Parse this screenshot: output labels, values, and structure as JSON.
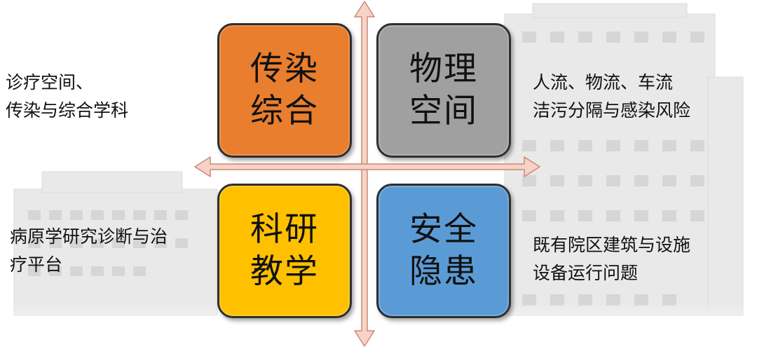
{
  "colors": {
    "arrow_fill": "#f6d3c6",
    "arrow_stroke": "#c98a74",
    "tile_orange": "#e87e2e",
    "tile_gray": "#a0a0a0",
    "tile_yellow": "#ffc000",
    "tile_blue": "#5b9bd5",
    "text": "#111111"
  },
  "quadrants": {
    "top_left": {
      "lines": [
        "传染",
        "综合"
      ],
      "description": [
        "诊疗空间、",
        "传染与综合学科"
      ]
    },
    "top_right": {
      "lines": [
        "物理",
        "空间"
      ],
      "description": [
        "人流、物流、车流",
        "洁污分隔与感染风险"
      ]
    },
    "bottom_left": {
      "lines": [
        "科研",
        "教学"
      ],
      "description": [
        "病原学研究诊断与治",
        "疗平台"
      ]
    },
    "bottom_right": {
      "lines": [
        "安全",
        "隐患"
      ],
      "description": [
        "既有院区建筑与设施",
        "设备运行问题"
      ]
    }
  }
}
